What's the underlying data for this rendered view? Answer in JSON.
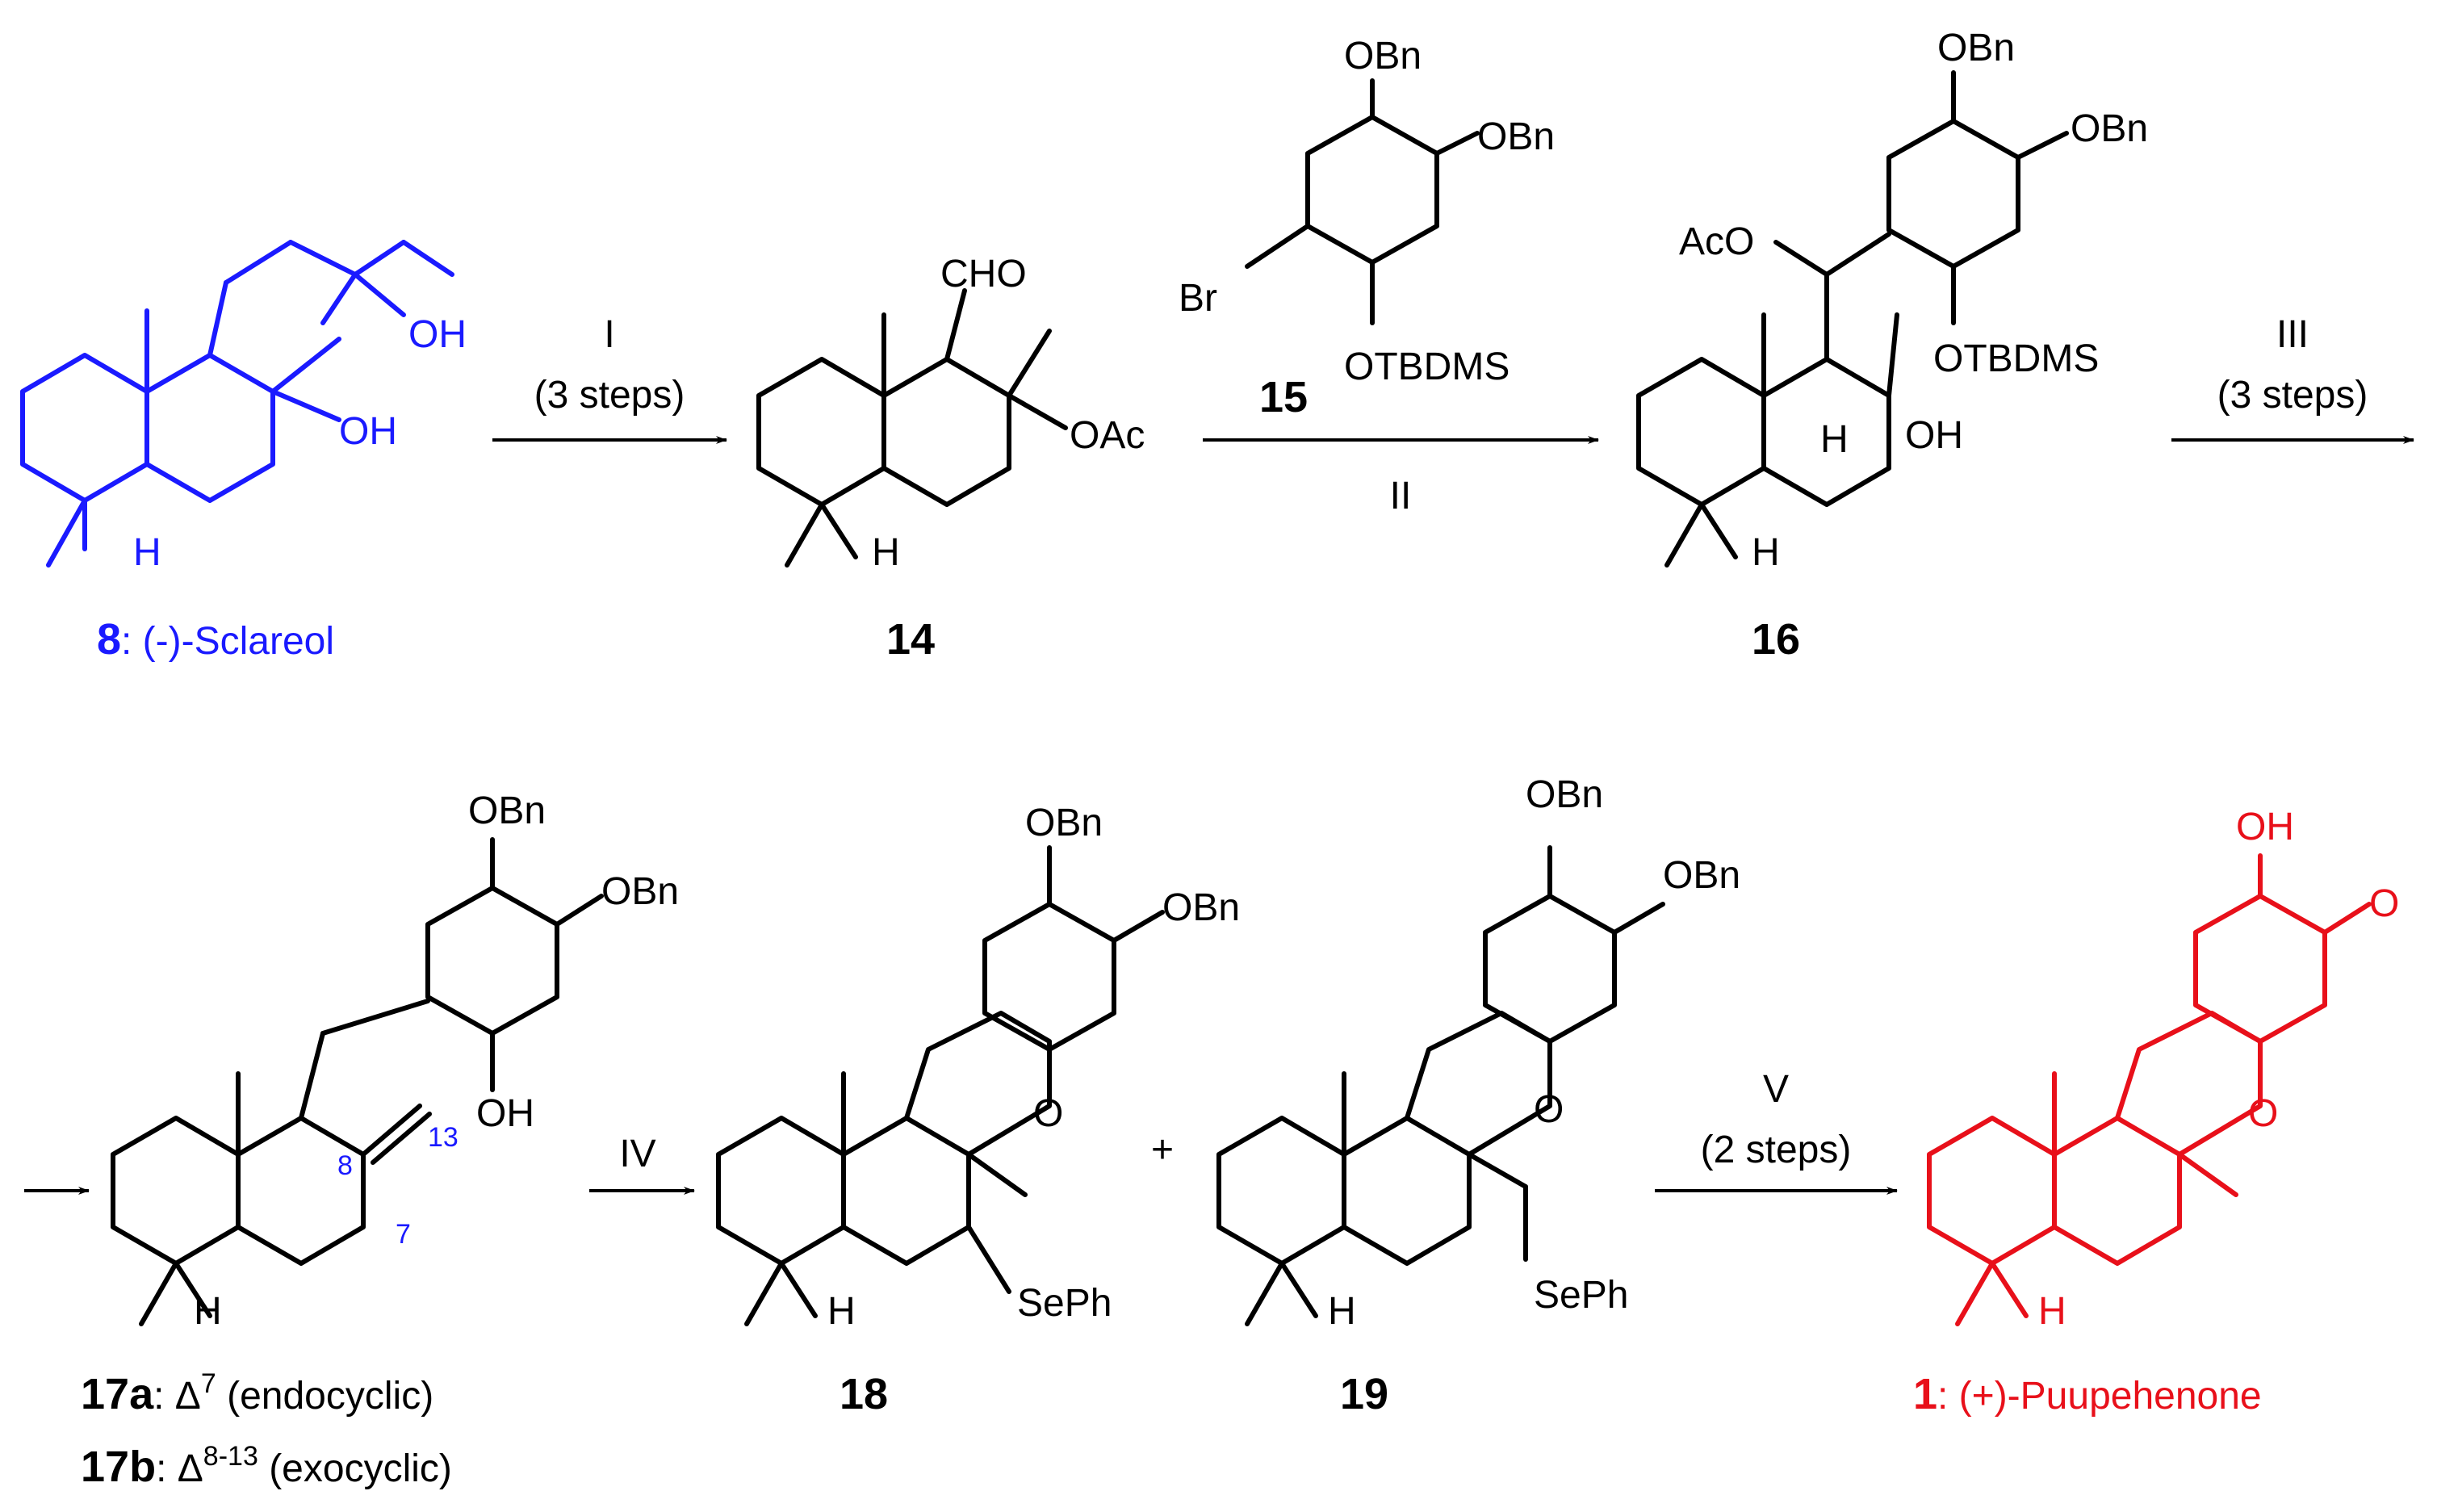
{
  "colors": {
    "default": "#000000",
    "start_material": "#1a1aff",
    "target": "#e8101a"
  },
  "compounds": {
    "c8": {
      "number": "8",
      "name": ": (-)-Sclareol",
      "oh1": "OH",
      "oh2": "OH",
      "h": "H"
    },
    "c14": {
      "number": "14",
      "cho": "CHO",
      "oac": "OAc",
      "h": "H"
    },
    "c15": {
      "number": "15",
      "obn1": "OBn",
      "obn2": "OBn",
      "br": "Br",
      "otbdms": "OTBDMS"
    },
    "c16": {
      "number": "16",
      "obn1": "OBn",
      "obn2": "OBn",
      "aco": "AcO",
      "otbdms": "OTBDMS",
      "oh": "OH",
      "h1": "H",
      "h2": "H"
    },
    "c17": {
      "label_a_num": "17a",
      "label_a_text": ": Δ",
      "label_a_sup": "7",
      "label_a_rest": " (endocyclic)",
      "label_b_num": "17b",
      "label_b_text": ": Δ",
      "label_b_sup": "8-13",
      "label_b_rest": " (exocyclic)",
      "obn1": "OBn",
      "obn2": "OBn",
      "oh": "OH",
      "h": "H",
      "pos8": "8",
      "pos13": "13",
      "pos7": "7"
    },
    "c18": {
      "number": "18",
      "obn1": "OBn",
      "obn2": "OBn",
      "o": "O",
      "seph": "SePh",
      "h": "H"
    },
    "c19": {
      "number": "19",
      "obn1": "OBn",
      "obn2": "OBn",
      "o": "O",
      "seph": "SePh",
      "h": "H"
    },
    "c1": {
      "number": "1",
      "name": ": (+)-Puupehenone",
      "oh": "OH",
      "keto": "O",
      "o": "O",
      "h": "H"
    }
  },
  "plus": "+",
  "steps": {
    "I": {
      "roman": "I",
      "detail": "(3 steps)"
    },
    "II": {
      "roman": "II"
    },
    "III": {
      "roman": "III",
      "detail": "(3 steps)"
    },
    "IV": {
      "roman": "IV"
    },
    "V": {
      "roman": "V",
      "detail": "(2 steps)"
    }
  }
}
